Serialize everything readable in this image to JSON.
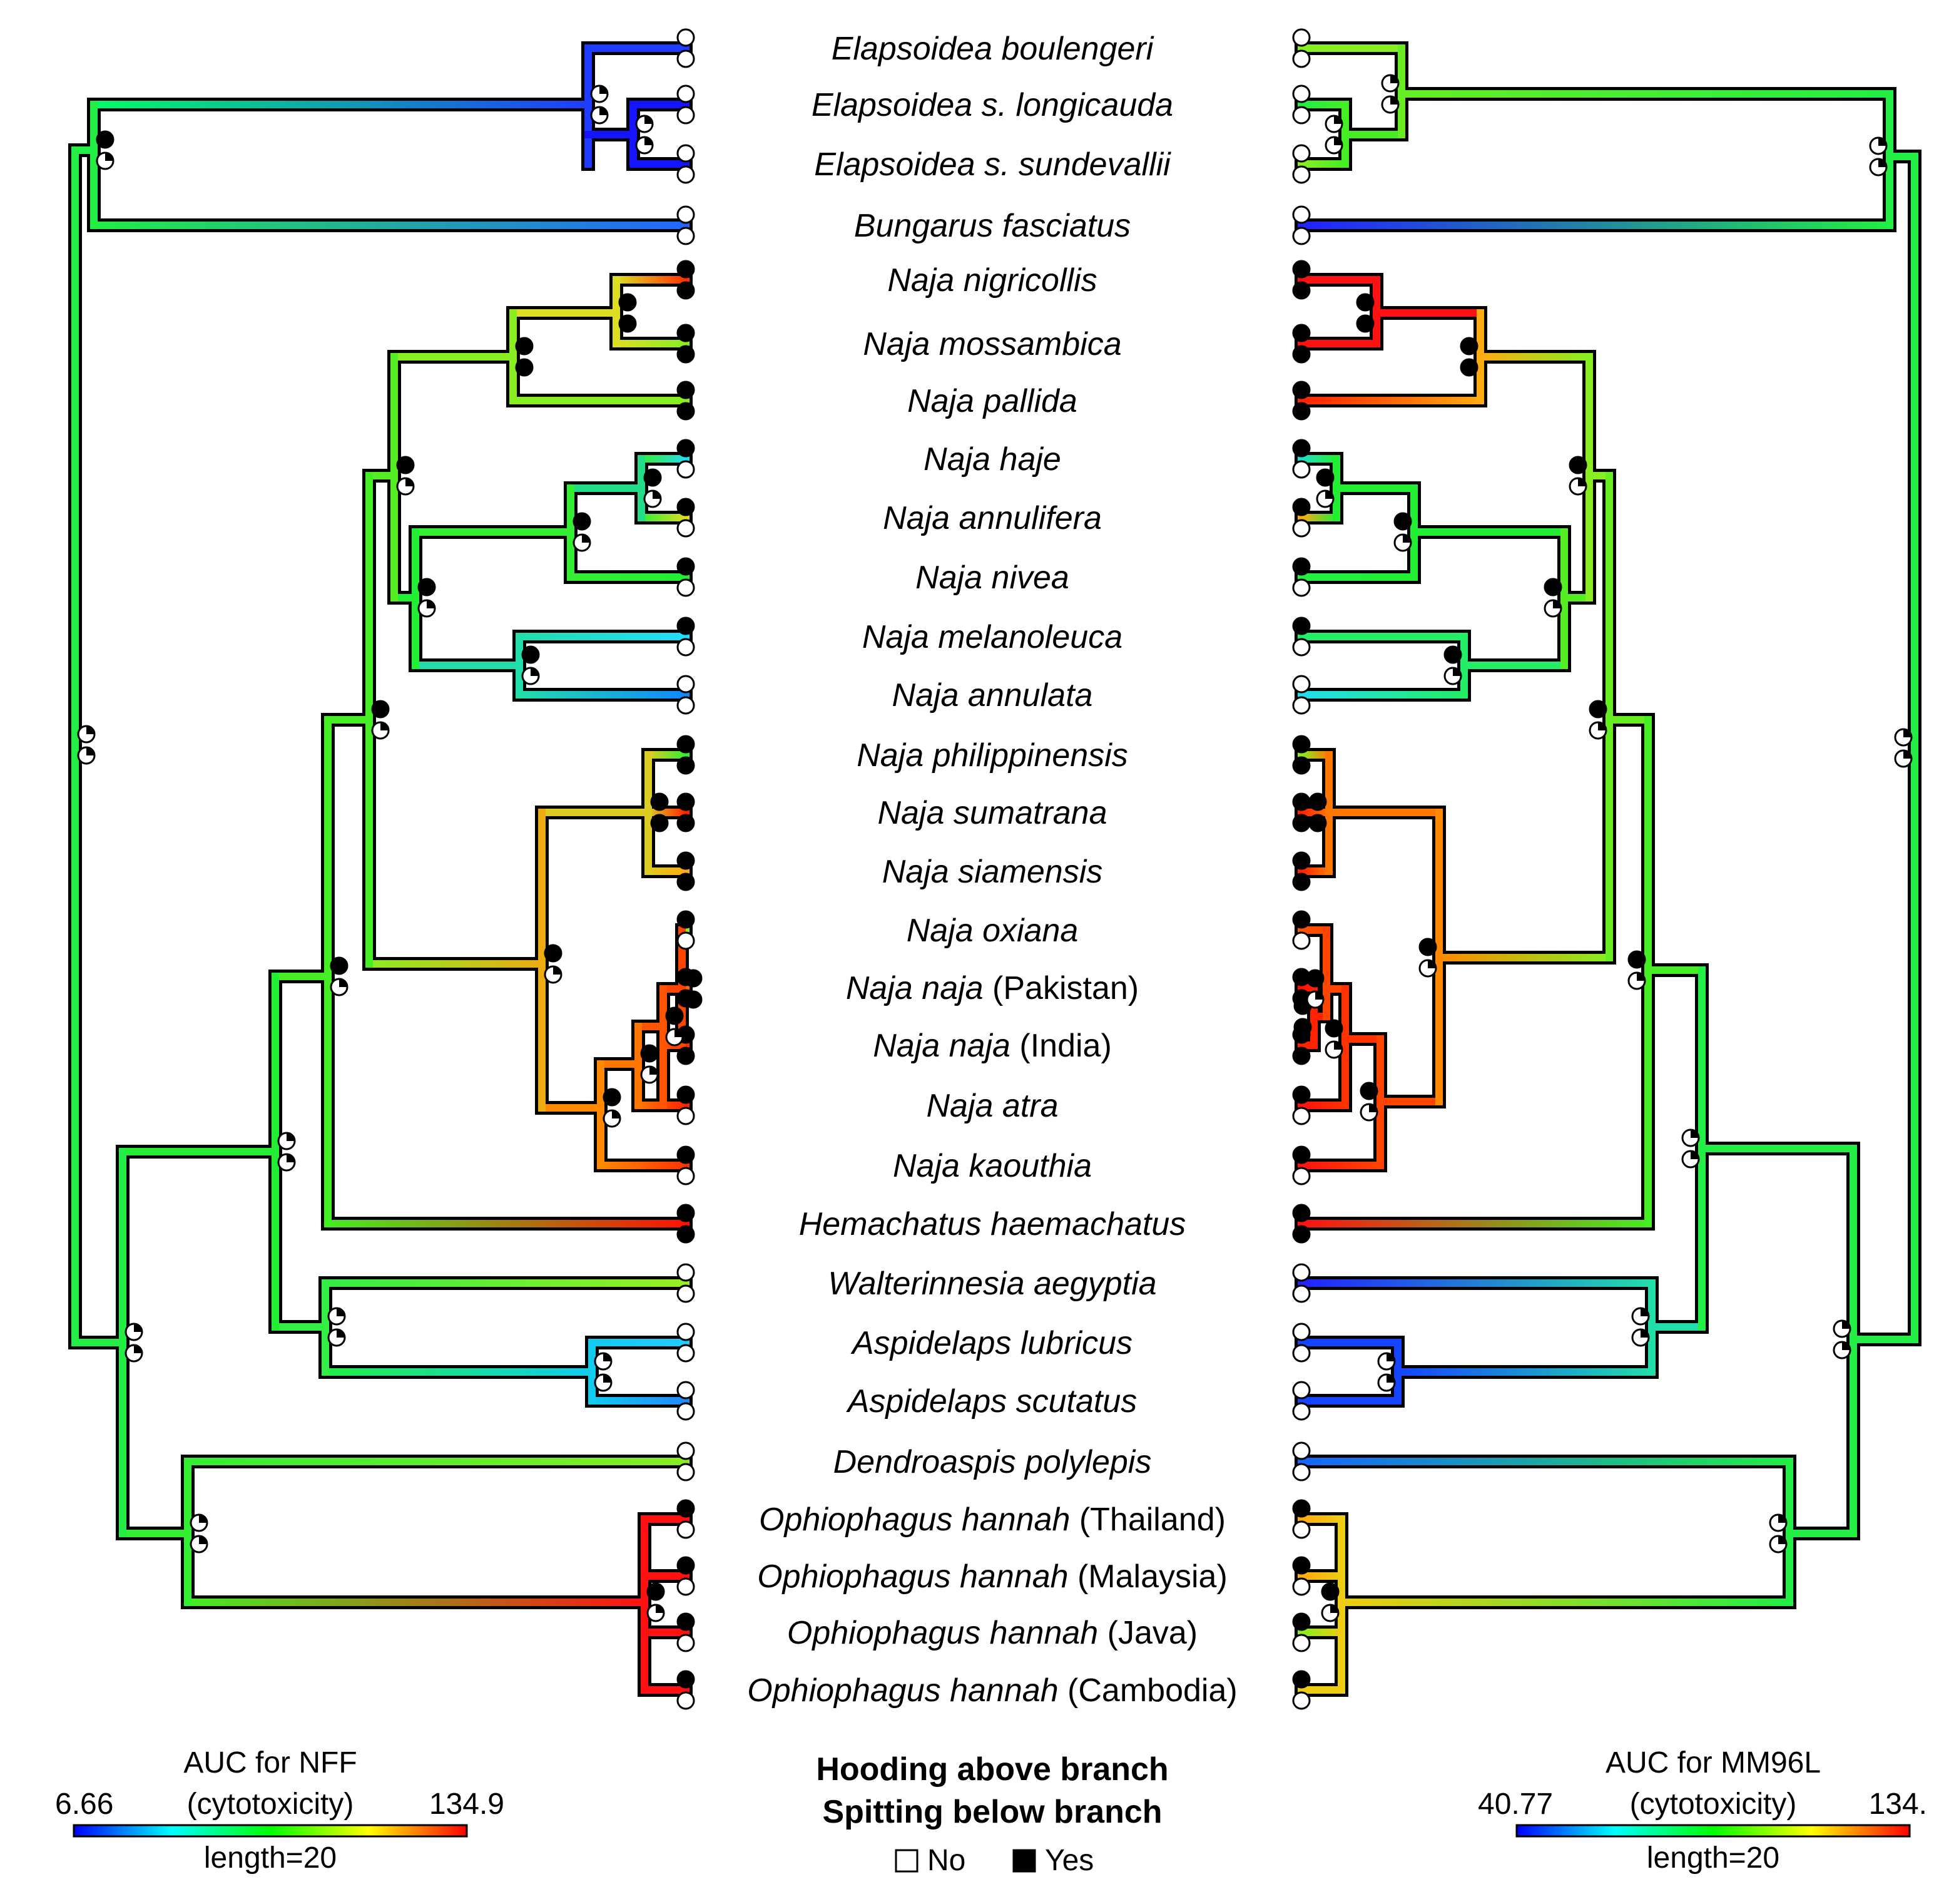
{
  "taxa": [
    {
      "name": "Elapsoidea boulengeri",
      "suffix": ""
    },
    {
      "name": "Elapsoidea s. longicauda",
      "suffix": ""
    },
    {
      "name": "Elapsoidea s. sundevallii",
      "suffix": ""
    },
    {
      "name": "Bungarus fasciatus",
      "suffix": ""
    },
    {
      "name": "Naja nigricollis",
      "suffix": ""
    },
    {
      "name": "Naja mossambica",
      "suffix": ""
    },
    {
      "name": "Naja pallida",
      "suffix": ""
    },
    {
      "name": "Naja haje",
      "suffix": ""
    },
    {
      "name": "Naja annulifera",
      "suffix": ""
    },
    {
      "name": "Naja nivea",
      "suffix": ""
    },
    {
      "name": "Naja melanoleuca",
      "suffix": ""
    },
    {
      "name": "Naja annulata",
      "suffix": ""
    },
    {
      "name": "Naja philippinensis",
      "suffix": ""
    },
    {
      "name": "Naja sumatrana",
      "suffix": ""
    },
    {
      "name": "Naja siamensis",
      "suffix": ""
    },
    {
      "name": "Naja oxiana",
      "suffix": ""
    },
    {
      "name": "Naja naja",
      "suffix": " (Pakistan)"
    },
    {
      "name": "Naja naja",
      "suffix": " (India)"
    },
    {
      "name": "Naja atra",
      "suffix": ""
    },
    {
      "name": "Naja kaouthia",
      "suffix": ""
    },
    {
      "name": "Hemachatus haemachatus",
      "suffix": ""
    },
    {
      "name": "Walterinnesia aegyptia",
      "suffix": ""
    },
    {
      "name": "Aspidelaps lubricus",
      "suffix": ""
    },
    {
      "name": "Aspidelaps scutatus",
      "suffix": ""
    },
    {
      "name": "Dendroaspis polylepis",
      "suffix": ""
    },
    {
      "name": "Ophiophagus hannah",
      "suffix": " (Thailand)"
    },
    {
      "name": "Ophiophagus hannah",
      "suffix": " (Malaysia)"
    },
    {
      "name": "Ophiophagus hannah",
      "suffix": " (Java)"
    },
    {
      "name": "Ophiophagus hannah",
      "suffix": " (Cambodia)"
    }
  ],
  "trait_states": {
    "hooding": [
      false,
      false,
      false,
      false,
      true,
      true,
      true,
      true,
      true,
      true,
      true,
      false,
      true,
      true,
      true,
      true,
      true,
      true,
      true,
      true,
      true,
      false,
      false,
      false,
      false,
      true,
      true,
      true,
      true
    ],
    "spitting": [
      false,
      false,
      false,
      false,
      true,
      true,
      true,
      false,
      false,
      false,
      false,
      false,
      true,
      true,
      true,
      false,
      true,
      true,
      false,
      false,
      true,
      false,
      false,
      false,
      false,
      false,
      false,
      false,
      false
    ]
  },
  "left_legend": {
    "title": "AUC for NFF",
    "subtitle": "(cytotoxicity)",
    "min": "6.66",
    "max": "134.9",
    "length": "length=20"
  },
  "right_legend": {
    "title": "AUC for MM96L",
    "subtitle": "(cytotoxicity)",
    "min": "40.77",
    "max": "134.",
    "length": "length=20"
  },
  "center_legend": {
    "line1": "Hooding above branch",
    "line2": "Spitting below branch",
    "no": "No",
    "yes": "Yes"
  },
  "colors": {
    "scale": [
      "#0000ff",
      "#00ffff",
      "#00ff00",
      "#ffff00",
      "#ff0000"
    ],
    "branch_outline": "#000000",
    "node_yes": "#000000",
    "node_no": "#ffffff"
  }
}
